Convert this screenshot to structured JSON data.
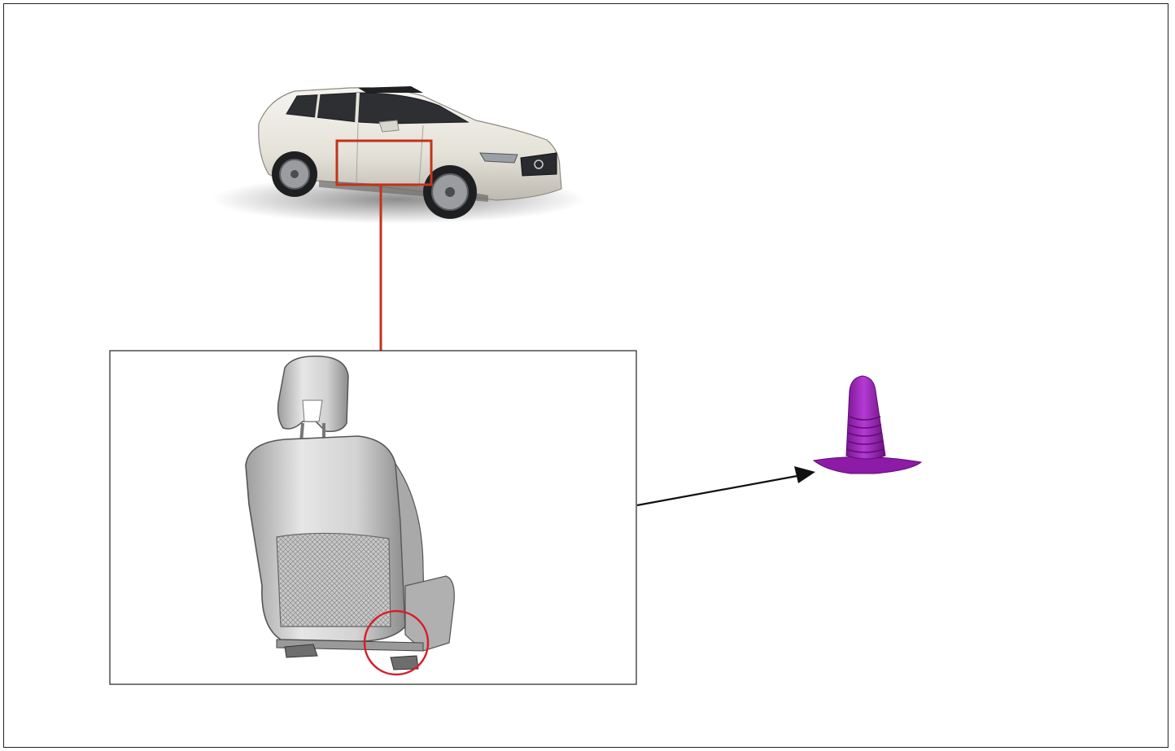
{
  "colors": {
    "frame": "#222222",
    "callout_line": "#c0341d",
    "callout_box": "#c0341d",
    "seat_circle": "#d4202a",
    "arrow": "#111111",
    "clip": "#9b1fb8",
    "car_body": "#ece9e2",
    "seat": "#c9c9c9"
  },
  "icons": {
    "car": "suv-car-illustration",
    "seat": "front-seat-rear-view-illustration",
    "clip": "push-pin-clip-fastener-illustration"
  }
}
